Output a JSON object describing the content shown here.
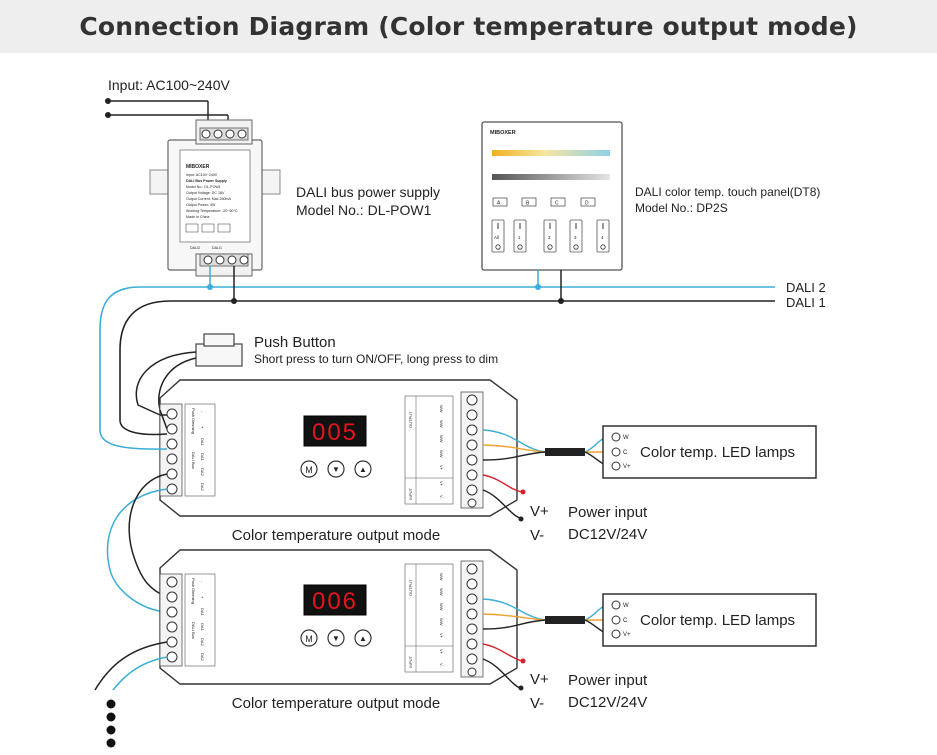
{
  "title": "Connection Diagram (Color temperature output mode)",
  "input_label": "Input: AC100~240V",
  "psu": {
    "name": "DALI bus power supply",
    "model": "Model No.: DL-POW1",
    "brand": "MIBOXER",
    "label_lines": [
      "Input: AC100~240V",
      "DALI Bus Power Supply",
      "Model No.: DL-POW1",
      "Output Voltage: DC 16V",
      "Output Current: Max 250mA",
      "Output Power: 4W",
      "Working Temperature: -20~50°C",
      "Made In China"
    ],
    "bottom_tags": [
      "DALI2",
      "DALI1"
    ]
  },
  "panel": {
    "name": "DALI color temp. touch panel(DT8)",
    "model": "Model No.: DP2S",
    "brand": "MIBOXER",
    "scene_keys": [
      "A",
      "B",
      "C",
      "D"
    ],
    "zone_keys": [
      "All",
      "1",
      "2",
      "3",
      "4"
    ]
  },
  "bus": {
    "dali2": "DALI 2",
    "dali1": "DALI 1",
    "dali2_color": "#3aaed8",
    "dali1_color": "#222222"
  },
  "push_button": {
    "title": "Push Button",
    "desc": "Short press to turn ON/OFF, long press to dim"
  },
  "controllers": [
    {
      "display": "005",
      "mode_label": "Color temperature output mode",
      "lamp": {
        "label": "Color temp. LED lamps",
        "pins": [
          "W",
          "C",
          "V+"
        ]
      },
      "power": {
        "vplus": "V+",
        "vminus": "V-",
        "title": "Power input",
        "voltage": "DC12V/24V"
      }
    },
    {
      "display": "006",
      "mode_label": "Color temperature output mode",
      "lamp": {
        "label": "Color temp. LED lamps",
        "pins": [
          "W",
          "C",
          "V+"
        ]
      },
      "power": {
        "vplus": "V+",
        "vminus": "V-",
        "title": "Power input",
        "voltage": "DC12V/24V"
      }
    }
  ],
  "controller_labels": {
    "buttons": [
      "M",
      "▼",
      "▲"
    ],
    "left_terminal_titles": [
      "Push Dimming",
      "DALI Bus"
    ],
    "left_terminal_pins": [
      "-",
      "+",
      "DA1",
      "DA1",
      "DA2",
      "DA2"
    ],
    "output_title": "OUTPUT",
    "output_pins": [
      "WW",
      "WW",
      "WW",
      "WW",
      "V+",
      "V+"
    ],
    "input_title": "INPUT",
    "input_pins": [
      "V+",
      "V-"
    ]
  },
  "colors": {
    "title_bar": "#eeeeee",
    "accent_blue": "#3aaed8",
    "power_red": "#d6202c",
    "display_red": "#e0151f",
    "wire_orange": "#f0a030"
  }
}
